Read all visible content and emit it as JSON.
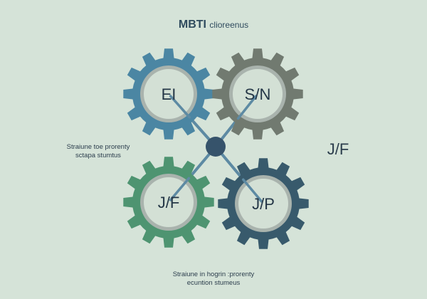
{
  "title": {
    "main": "MBTI",
    "sub": "clioreenus"
  },
  "gears": [
    {
      "id": "ei",
      "label": "EI",
      "color": "#4b86a3"
    },
    {
      "id": "sn",
      "label": "S/N",
      "color": "#717a70"
    },
    {
      "id": "jf",
      "label": "J/F",
      "color": "#4e9471"
    },
    {
      "id": "jp",
      "label": "J/P",
      "color": "#385a6c"
    }
  ],
  "hub_color": "#36536b",
  "connector_color": "#5d8aa3",
  "side_label": "J/F",
  "captions": {
    "left": [
      "Straiune toe prorenty",
      "sctapa stumtus"
    ],
    "bottom": [
      "Straiune in hogrin :prorenty",
      "ecuntion stumeus"
    ]
  }
}
